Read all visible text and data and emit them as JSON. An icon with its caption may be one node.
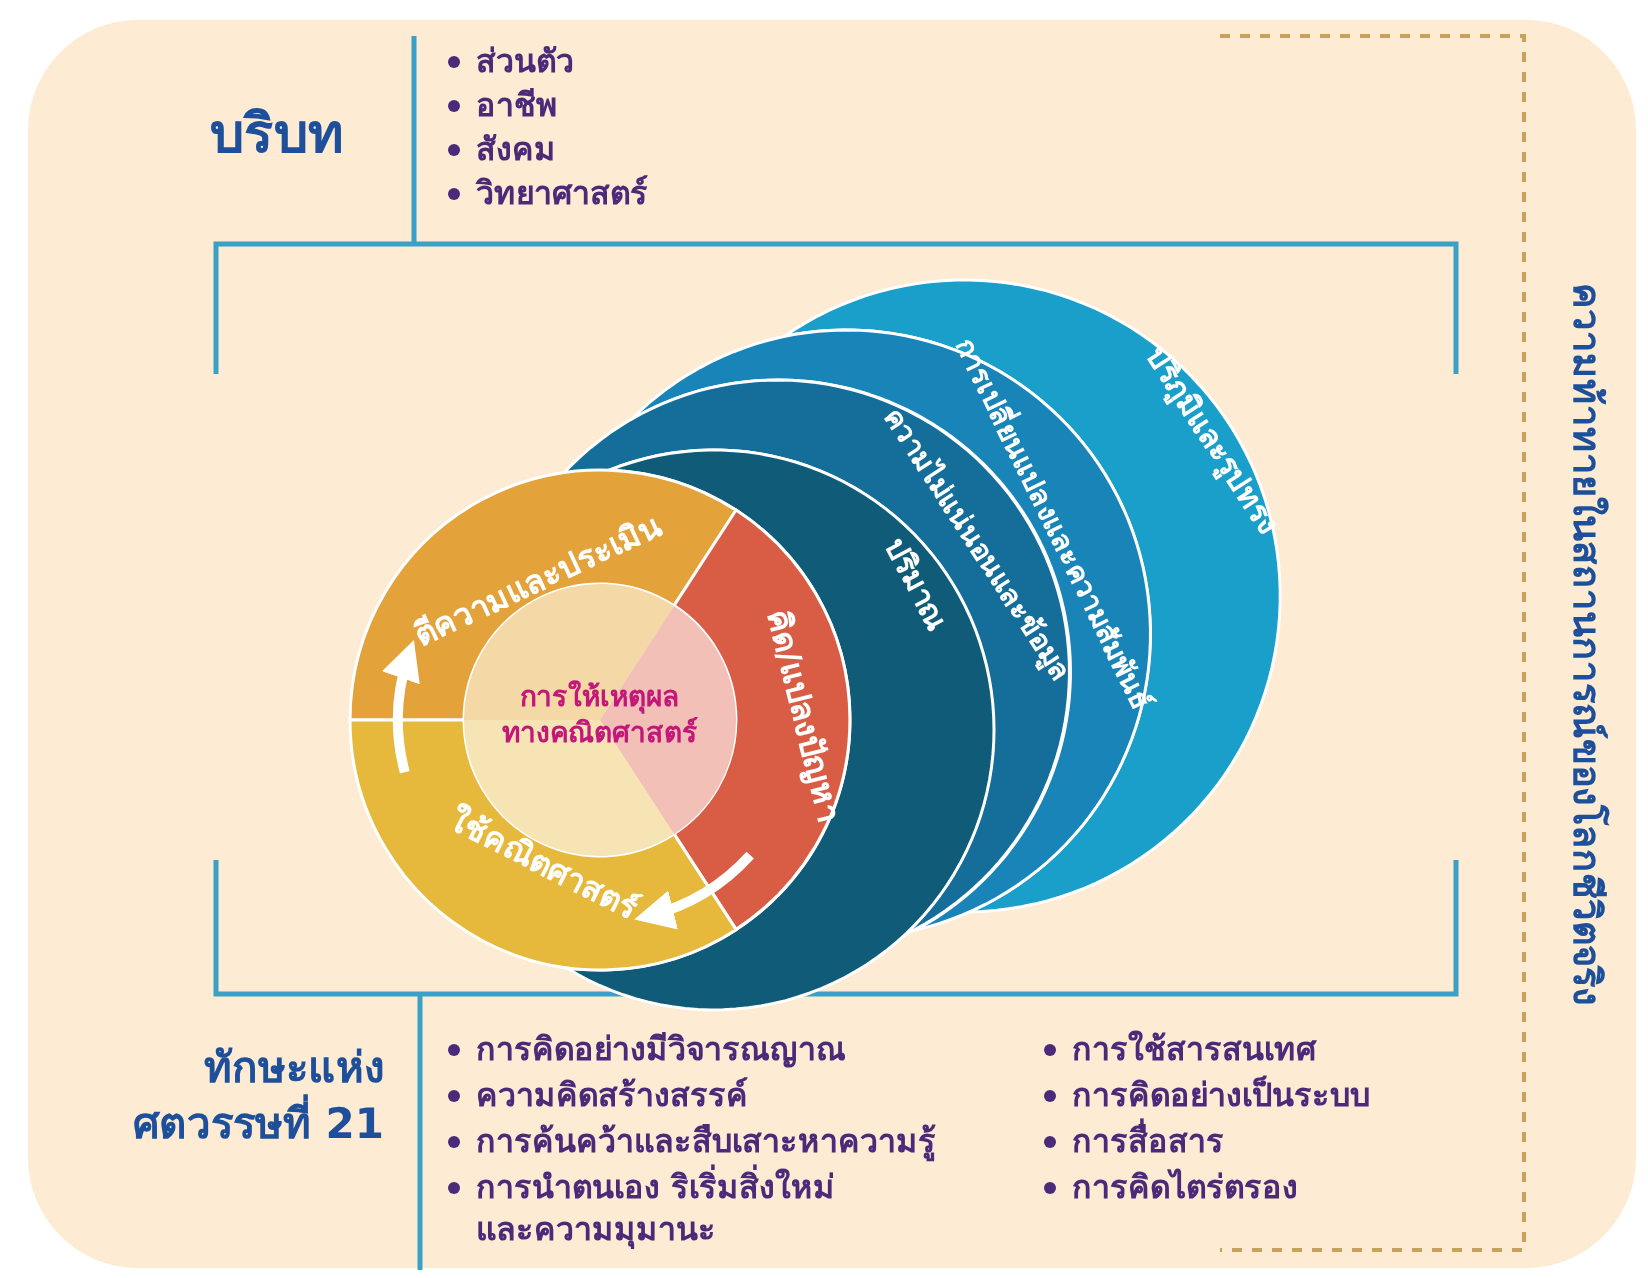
{
  "diagram": {
    "nodes": [
      {
        "text": [
          "ตีความและประเมิน"
        ]
      },
      {
        "text": [
          "คิด/แปลงปัญหา"
        ]
      },
      {
        "text": [
          "ใช้คณิตศาสตร์"
        ]
      },
      {
        "text": [
          "การให้เหตุผล ทางคณิตศาสตร์"
        ]
      },
      {
        "text": [
          "ปริมาณ"
        ]
      },
      {
        "text": [
          "ความไม่แน่นอนและข้อมูล"
        ]
      },
      {
        "text": [
          "การเปลี่ยนแปลงและความสัมพันธ์"
        ]
      },
      {
        "text": [
          "ปริภูมิและรูปทรง"
        ]
      }
    ],
    "edges": [
      {
        "from": 1,
        "to": 2,
        "arrow": "to"
      },
      {
        "from": 2,
        "to": 0,
        "arrow": "to"
      }
    ],
    "labels": [
      "บริบท",
      "ส่วนตัว",
      "อาชีพ",
      "สังคม",
      "วิทยาศาสตร์",
      "ทักษะแห่ง ศตวรรษที่ 21",
      "การคิดอย่างมีวิจารณญาณ",
      "ความคิดสร้างสรรค์",
      "การค้นคว้าและสืบเสาะหาความรู้",
      "การนำตนเอง ริเริ่มสิ่งใหม่ และความมุมานะ",
      "การใช้สารสนเทศ",
      "การคิดอย่างเป็นระบบ",
      "การสื่อสาร",
      "การคิดไตร่ตรอง",
      "ความท้าทายในสถานการณ์ของโลกชีวิตจริง"
    ]
  }
}
